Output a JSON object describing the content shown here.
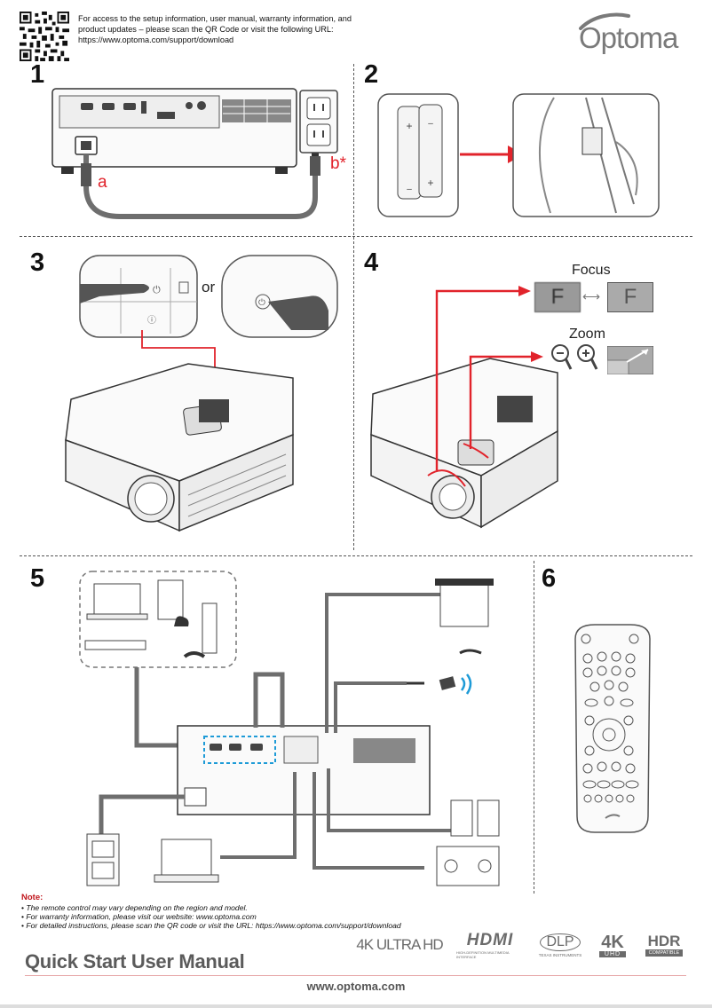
{
  "header": {
    "access_text": "For access to the setup information, user manual, warranty information, and product updates – please scan the QR Code or visit the following URL:",
    "url": "https://www.optoma.com/support/download",
    "brand": "Optoma"
  },
  "steps": {
    "s1": {
      "number": "1",
      "label_a": "a",
      "label_b": "b*"
    },
    "s2": {
      "number": "2"
    },
    "s3": {
      "number": "3",
      "or_label": "or"
    },
    "s4": {
      "number": "4",
      "focus_label": "Focus",
      "zoom_label": "Zoom",
      "focus_letter": "F"
    },
    "s5": {
      "number": "5"
    },
    "s6": {
      "number": "6"
    }
  },
  "note": {
    "title": "Note:",
    "items": [
      "The remote control may vary depending on the region and model.",
      "For warranty information, please visit our website: www.optoma.com",
      "For detailed instructions, please scan the QR code or visit the URL: https://www.optoma.com/support/download"
    ]
  },
  "footer": {
    "title": "Quick Start User Manual",
    "url": "www.optoma.com",
    "certs": {
      "ultrahd": "4K ULTRA HD",
      "hdmi": "HDMI",
      "hdmi_sub": "HIGH-DEFINITION MULTIMEDIA INTERFACE",
      "dlp": "DLP",
      "dlp_sub": "TEXAS INSTRUMENTS",
      "fourk": "4K",
      "fourk_sub": "UHD",
      "hdr": "HDR",
      "hdr_sub": "COMPATIBLE"
    }
  },
  "colors": {
    "accent_red": "#e1232b",
    "cable_gray": "#6e6e6e",
    "hdmi_blue": "#1e9bd7"
  },
  "icons": [
    "qr-code-icon",
    "power-icon",
    "hand-icon",
    "zoom-out-icon",
    "zoom-in-icon",
    "wireless-icon"
  ]
}
